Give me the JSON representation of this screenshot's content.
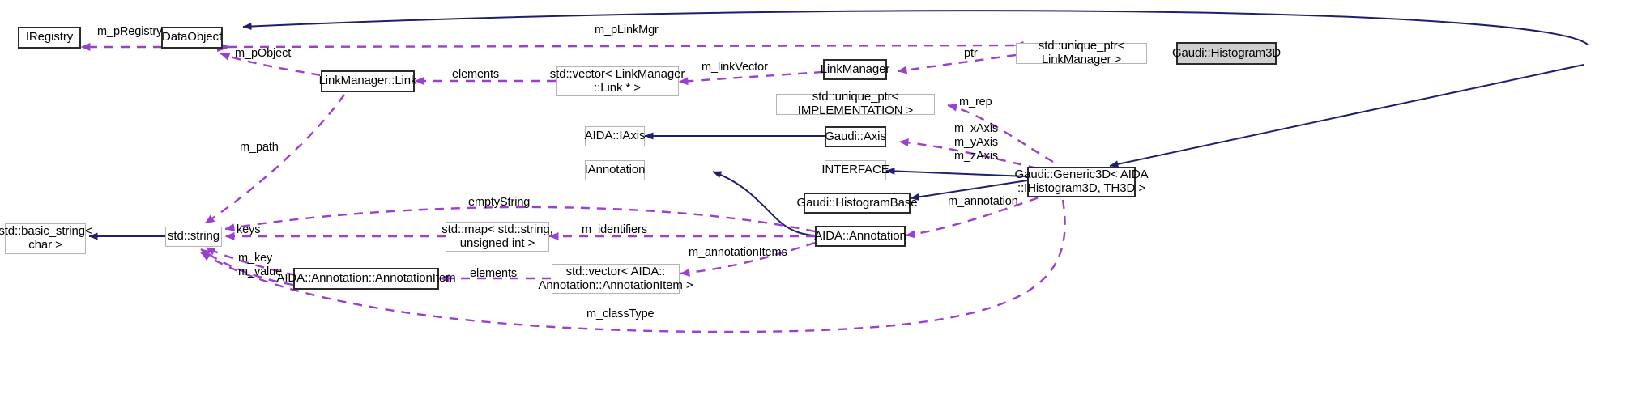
{
  "diagram": {
    "title": "Gaudi::Histogram3D collaboration diagram",
    "type": "uml-collaboration-diagram",
    "colors": {
      "inheritance_edge": "#1f1f6e",
      "association_edge": "#9a3fd0",
      "node_border_solid": "#2b2b2b",
      "node_border_plain": "#b4b4b4",
      "highlight_fill": "#cfcfcf",
      "background": "#ffffff"
    },
    "nodes": [
      {
        "id": "iregistry",
        "label": "IRegistry",
        "style": "solid"
      },
      {
        "id": "dataobject",
        "label": "DataObject",
        "style": "solid"
      },
      {
        "id": "lmlink",
        "label": "LinkManager::Link",
        "style": "solid"
      },
      {
        "id": "vec_lmlink",
        "label": "std::vector< LinkManager\n::Link * >",
        "style": "plain"
      },
      {
        "id": "linkmanager",
        "label": "LinkManager",
        "style": "solid"
      },
      {
        "id": "uptr_linkmanager",
        "label": "std::unique_ptr< LinkManager >",
        "style": "plain"
      },
      {
        "id": "histogram3d",
        "label": "Gaudi::Histogram3D",
        "style": "highlight"
      },
      {
        "id": "uptr_impl",
        "label": "std::unique_ptr< IMPLEMENTATION >",
        "style": "plain"
      },
      {
        "id": "iaxis",
        "label": "AIDA::IAxis",
        "style": "plain"
      },
      {
        "id": "gaudiaxis",
        "label": "Gaudi::Axis",
        "style": "solid"
      },
      {
        "id": "iannotation",
        "label": "IAnnotation",
        "style": "plain"
      },
      {
        "id": "interface",
        "label": "INTERFACE",
        "style": "plain"
      },
      {
        "id": "generic3d",
        "label": "Gaudi::Generic3D< AIDA\n::IHistogram3D, TH3D >",
        "style": "solid"
      },
      {
        "id": "histogrambase",
        "label": "Gaudi::HistogramBase",
        "style": "solid"
      },
      {
        "id": "annotation",
        "label": "AIDA::Annotation",
        "style": "solid"
      },
      {
        "id": "basic_string",
        "label": "std::basic_string<\nchar >",
        "style": "plain"
      },
      {
        "id": "std_string",
        "label": "std::string",
        "style": "plain"
      },
      {
        "id": "map_string_uint",
        "label": "std::map< std::string,\nunsigned int >",
        "style": "plain"
      },
      {
        "id": "annotationitem",
        "label": "AIDA::Annotation::AnnotationItem",
        "style": "solid"
      },
      {
        "id": "vec_annotationitem",
        "label": "std::vector< AIDA::\nAnnotation::AnnotationItem >",
        "style": "plain"
      }
    ],
    "edge_labels": [
      {
        "id": "m_pRegistry",
        "text": "m_pRegistry"
      },
      {
        "id": "m_pLinkMgr",
        "text": "m_pLinkMgr"
      },
      {
        "id": "m_pObject",
        "text": "m_pObject"
      },
      {
        "id": "elements_link",
        "text": "elements"
      },
      {
        "id": "m_linkVector",
        "text": "m_linkVector"
      },
      {
        "id": "ptr",
        "text": "ptr"
      },
      {
        "id": "m_rep",
        "text": "m_rep"
      },
      {
        "id": "m_axes",
        "text": "m_xAxis\nm_yAxis\nm_zAxis"
      },
      {
        "id": "m_path",
        "text": "m_path"
      },
      {
        "id": "emptyString",
        "text": "emptyString"
      },
      {
        "id": "keys",
        "text": "keys"
      },
      {
        "id": "m_identifiers",
        "text": "m_identifiers"
      },
      {
        "id": "m_annotation",
        "text": "m_annotation"
      },
      {
        "id": "m_annotationItems",
        "text": "m_annotationItems"
      },
      {
        "id": "m_key_m_value",
        "text": "m_key\nm_value"
      },
      {
        "id": "elements_item",
        "text": "elements"
      },
      {
        "id": "m_classType",
        "text": "m_classType"
      }
    ]
  }
}
